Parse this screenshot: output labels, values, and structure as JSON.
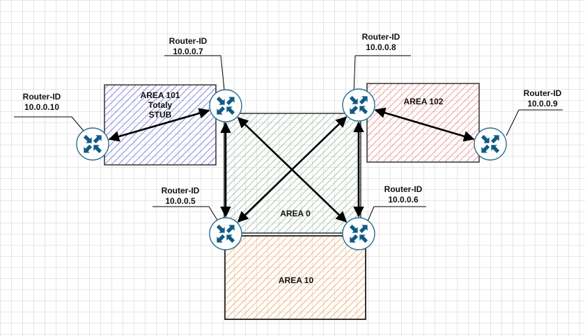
{
  "areas": {
    "area101": {
      "line1": "AREA 101",
      "line2": "Totaly",
      "line3": "STUB",
      "fill": "#6b6bd6"
    },
    "area102": {
      "label": "AREA 102",
      "fill": "#f08080"
    },
    "area0": {
      "label": "AREA 0",
      "fill": "#8fb89a"
    },
    "area10": {
      "label": "AREA 10",
      "fill": "#f5a04a"
    }
  },
  "routers": {
    "r7": {
      "title": "Router-ID",
      "id": "10.0.0.7"
    },
    "r8": {
      "title": "Router-ID",
      "id": "10.0.0.8"
    },
    "r10": {
      "title": "Router-ID",
      "id": "10.0.0.10"
    },
    "r9": {
      "title": "Router-ID",
      "id": "10.0.0.9"
    },
    "r5": {
      "title": "Router-ID",
      "id": "10.0.0.5"
    },
    "r6": {
      "title": "Router-ID",
      "id": "10.0.0.6"
    }
  },
  "router_style": {
    "icon": "router-icon",
    "fill": "#ffffff",
    "stroke": "#2b6d8f",
    "arrow_color": "#0f5b84"
  },
  "links": [
    [
      "r10",
      "r7"
    ],
    [
      "r7",
      "r5"
    ],
    [
      "r7",
      "r6"
    ],
    [
      "r8",
      "r5"
    ],
    [
      "r8",
      "r6"
    ],
    [
      "r8",
      "r9"
    ]
  ]
}
